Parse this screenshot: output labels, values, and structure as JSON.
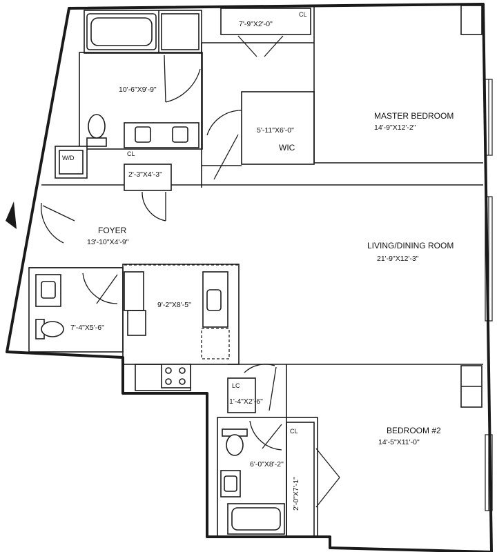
{
  "rooms": {
    "bath1": {
      "dim": "10'-6\"X9'-9\""
    },
    "top_closet": {
      "label": "CL",
      "dim": "7'-9\"X2'-0\""
    },
    "master": {
      "name": "MASTER BEDROOM",
      "dim": "14'-9\"X12'-2\""
    },
    "wic": {
      "name": "WIC",
      "dim": "5'-11\"X6'-0\""
    },
    "wd": {
      "label": "W/D"
    },
    "foyer_closet": {
      "label": "CL",
      "dim": "2'-3\"X4'-3\""
    },
    "foyer": {
      "name": "FOYER",
      "dim": "13'-10\"X4'-9\""
    },
    "living": {
      "name": "LIVING/DINING ROOM",
      "dim": "21'-9\"X12'-3\""
    },
    "kitchen": {
      "dim": "9'-2\"X8'-5\""
    },
    "powder": {
      "dim": "7'-4\"X5'-6\""
    },
    "linen": {
      "label": "LC",
      "dim": "1'-4\"X2'-6\""
    },
    "bath2": {
      "dim": "6'-0\"X8'-2\""
    },
    "bed2_closet": {
      "label": "CL",
      "dim": "2'-0\"X7'-1\""
    },
    "bedroom2": {
      "name": "BEDROOM #2",
      "dim": "14'-5\"X11'-0\""
    }
  },
  "colors": {
    "ink": "#1a1a1a",
    "paper": "#ffffff"
  },
  "icons": [
    "north-arrow-icon",
    "toilet-icon",
    "sink-icon",
    "bathtub-icon",
    "stove-icon",
    "washer-dryer-icon",
    "door-swing-icon",
    "window-icon"
  ]
}
